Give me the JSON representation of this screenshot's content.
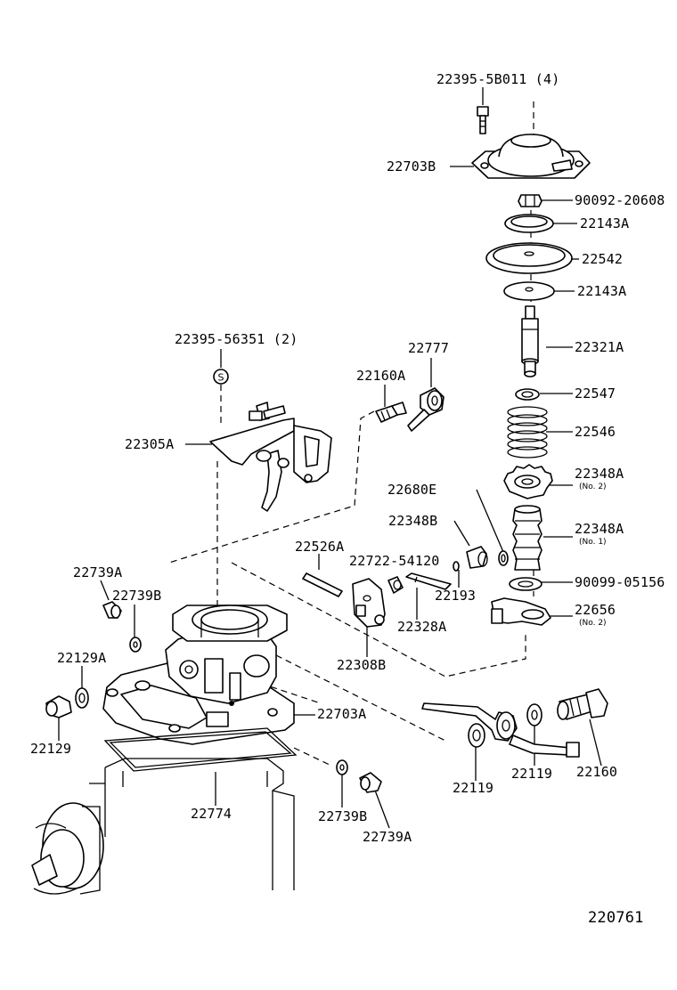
{
  "parts": {
    "p1": "22395-5B011 (4)",
    "p2": "22703B",
    "p3": "90092-20608",
    "p4": "22143A",
    "p5": "22542",
    "p6": "22143A",
    "p7": "22321A",
    "p8": "22547",
    "p9": "22546",
    "p10": "22348A",
    "p10n": "(No. 2)",
    "p11": "22680E",
    "p12": "22348B",
    "p13": "22348A",
    "p13n": "(No. 1)",
    "p14": "22722-54120",
    "p15": "22193",
    "p16": "90099-05156",
    "p17": "22656",
    "p17n": "(No. 2)",
    "p18": "22395-56351 (2)",
    "p19": "22777",
    "p20": "22160A",
    "p21": "22305A",
    "p22": "22526A",
    "p23": "22739A",
    "p24": "22739B",
    "p25": "22328A",
    "p26": "22308B",
    "p27": "22129A",
    "p28": "22703A",
    "p29": "22129",
    "p30": "22774",
    "p31": "22119",
    "p32": "22119",
    "p33": "22160",
    "p34": "22739B",
    "p35": "22739A"
  },
  "marker_s": "S",
  "diagram_number": "220761"
}
